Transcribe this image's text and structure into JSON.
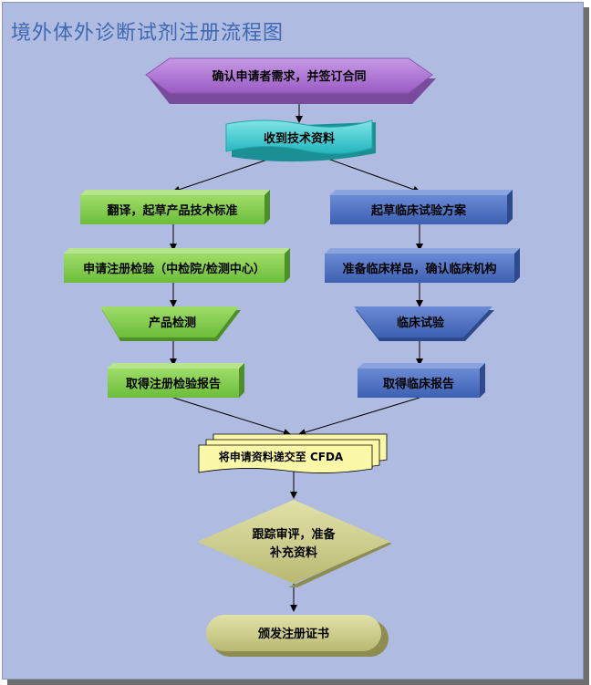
{
  "title": "境外体外诊断试剂注册流程图",
  "steps": {
    "confirm": "确认申请者需求，并签订合同",
    "receive": "收到技术资料",
    "translate": "翻译，起草产品技术标准",
    "apply_test": "申请注册检验（中检院/检测中心）",
    "product_test": "产品检测",
    "test_report": "取得注册检验报告",
    "draft_clinical": "起草临床试验方案",
    "prepare_samples": "准备临床样品，确认临床机构",
    "clinical_trial": "临床试验",
    "clinical_report": "取得临床报告",
    "submit": "将申请资料递交至 CFDA",
    "review_line1": "跟踪审评，准备",
    "review_line2": "补充资料",
    "issue": "颁发注册证书"
  },
  "colors": {
    "background": "#afbbe0",
    "title": "#3f6ab3",
    "purple": "#b27cd6",
    "teal": "#3fcfd4",
    "green": "#84cf4f",
    "blue": "#4e72c4",
    "paper": "#fbf8a8",
    "olive": "#cfcf8b"
  }
}
